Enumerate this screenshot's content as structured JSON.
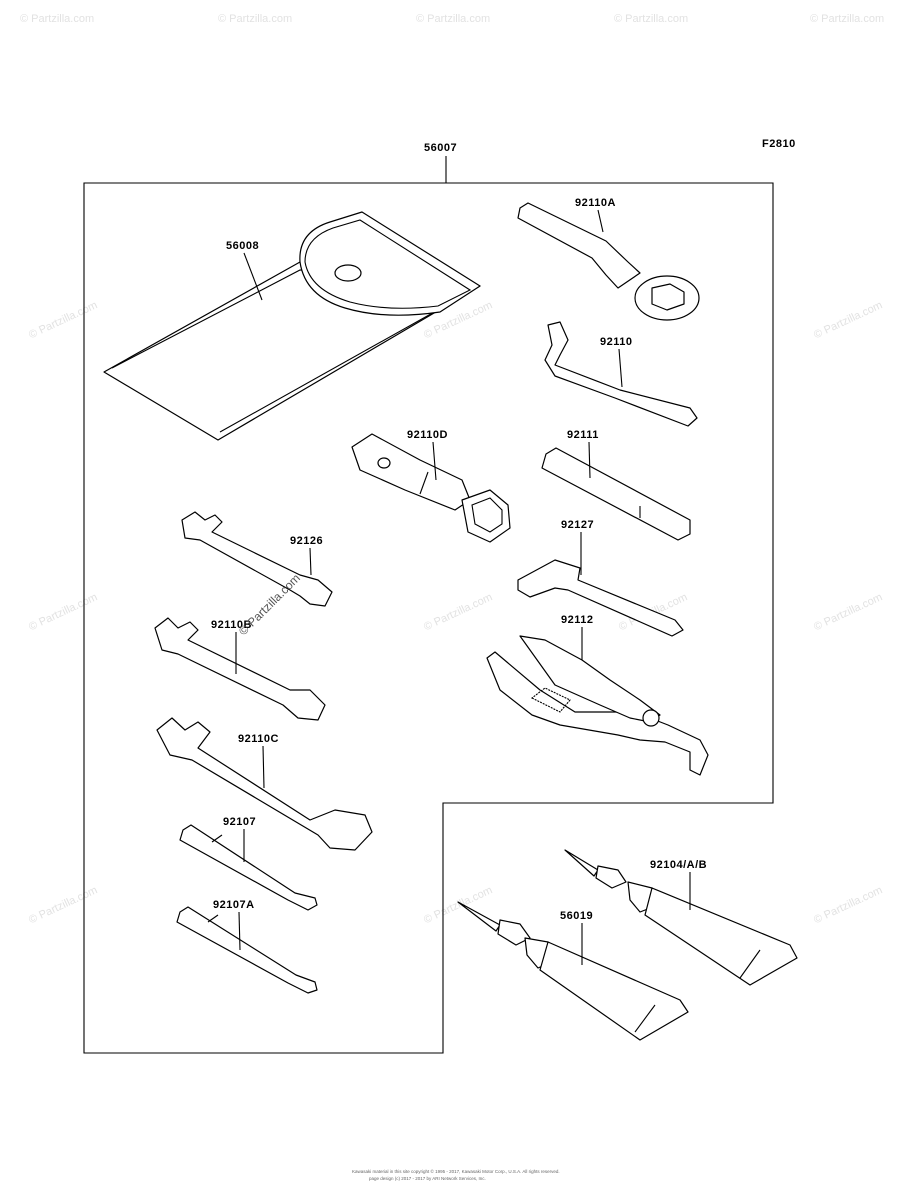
{
  "figure_code": "F2810",
  "kit_number": "56007",
  "watermark": "© Partzilla.com",
  "footer_line1": "Kawasaki material in this site copyright © 1995 - 2017, Kawasaki Motor Corp., U.S.A. All rights reserved.",
  "footer_line2": "page design (c) 2017 - 2017 by ARI Network Services, Inc.",
  "parts": [
    {
      "id": "p56008",
      "label": "56008"
    },
    {
      "id": "p92110A",
      "label": "92110A"
    },
    {
      "id": "p92110",
      "label": "92110"
    },
    {
      "id": "p92110D",
      "label": "92110D"
    },
    {
      "id": "p92111",
      "label": "92111"
    },
    {
      "id": "p92126",
      "label": "92126"
    },
    {
      "id": "p92127",
      "label": "92127"
    },
    {
      "id": "p92110B",
      "label": "92110B"
    },
    {
      "id": "p92112",
      "label": "92112"
    },
    {
      "id": "p92110C",
      "label": "92110C"
    },
    {
      "id": "p92107",
      "label": "92107"
    },
    {
      "id": "p92107A",
      "label": "92107A"
    },
    {
      "id": "p92104",
      "label": "92104/A/B"
    },
    {
      "id": "p56019",
      "label": "56019"
    }
  ]
}
